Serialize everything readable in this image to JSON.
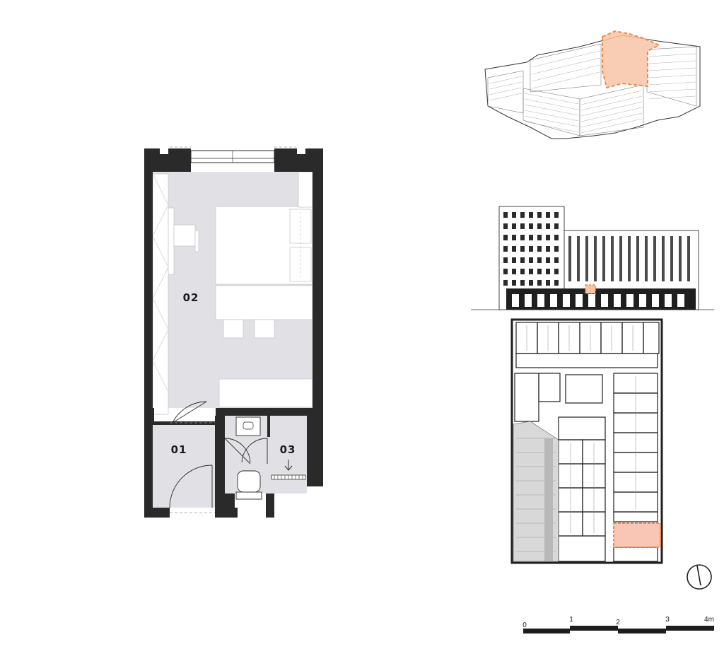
{
  "plan": {
    "rooms": [
      {
        "id": "room-01",
        "label": "01"
      },
      {
        "id": "room-02",
        "label": "02"
      },
      {
        "id": "room-03",
        "label": "03"
      }
    ]
  },
  "scale_bar": {
    "ticks": [
      "0",
      "1",
      "2",
      "3",
      "4m"
    ]
  },
  "colors": {
    "wall": "#2a2a2a",
    "floor": "#e1e1e5",
    "highlight": "#f08a4b",
    "highlight_fill": "#f7c4a6"
  }
}
